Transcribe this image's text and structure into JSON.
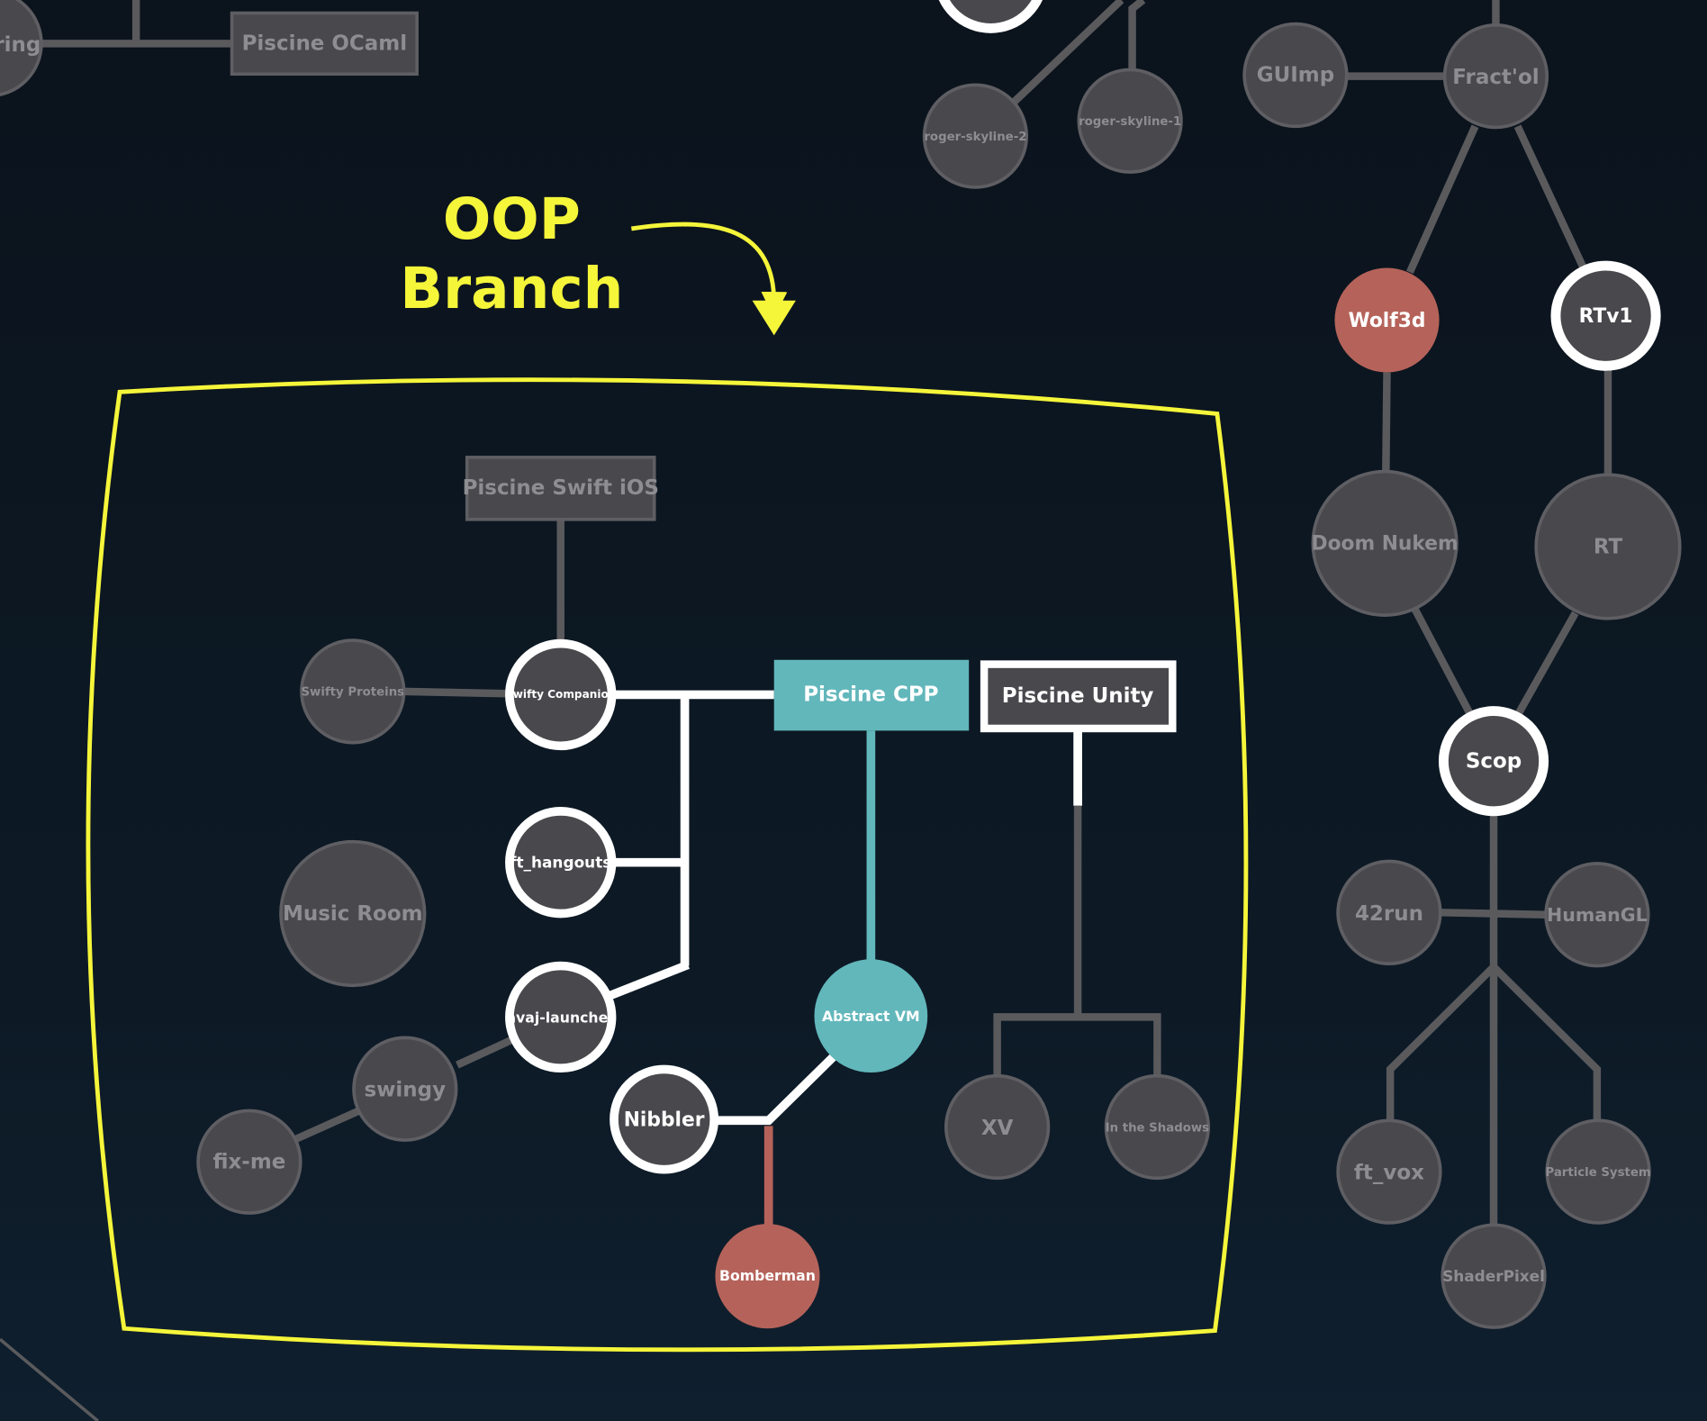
{
  "annotation": {
    "line1": "OOP",
    "line2": "Branch"
  },
  "colors": {
    "background": "#0c1620",
    "node_gray": "#48484d",
    "node_gray_stroke": "#5e5e63",
    "text_gray": "#8d8d92",
    "active_stroke": "#ffffff",
    "teal": "#62b7bb",
    "red": "#b5635a",
    "highlight": "#f5f53a",
    "edge_gray": "#5a5a5d"
  },
  "nodes": {
    "ring": "ring",
    "piscine_ocaml": "Piscine OCaml",
    "roger_skyline_2": "roger-skyline-2",
    "roger_skyline_1": "roger-skyline-1",
    "gui_imp": "GUImp",
    "fractol": "Fract'ol",
    "wolf3d": "Wolf3d",
    "rtv1": "RTv1",
    "doom_nukem": "Doom Nukem",
    "rt": "RT",
    "scop": "Scop",
    "run42": "42run",
    "human_gl": "HumanGL",
    "ft_vox": "ft_vox",
    "particle_system": "Particle System",
    "shader_pixel": "ShaderPixel",
    "piscine_swift_ios": "Piscine Swift iOS",
    "swifty_proteins": "Swifty Proteins",
    "swifty_companion": "Swifty Companion",
    "piscine_cpp": "Piscine CPP",
    "piscine_unity": "Piscine Unity",
    "ft_hangouts": "ft_hangouts",
    "music_room": "Music Room",
    "avaj_launcher": "avaj-launcher",
    "swingy": "swingy",
    "fix_me": "fix-me",
    "abstract_vm": "Abstract VM",
    "nibbler": "Nibbler",
    "bomberman": "Bomberman",
    "xv": "XV",
    "in_the_shadows": "In the Shadows"
  }
}
